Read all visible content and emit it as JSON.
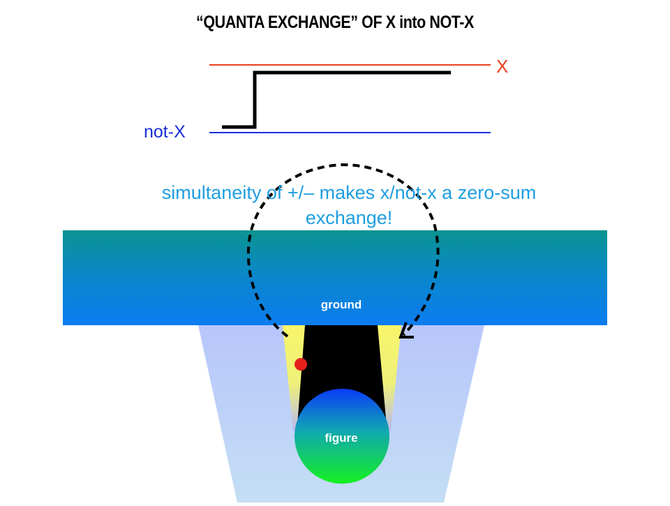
{
  "title": "“QUANTA EXCHANGE” OF X into NOT-X",
  "levels": {
    "x_label": "X",
    "notx_label": "not-X"
  },
  "caption": {
    "line1": "simultaneity of +/– makes x/not-x a zero-sum",
    "line2": "exchange!"
  },
  "ground_label": "ground",
  "figure_label": "figure",
  "colors": {
    "x_line": "#e8401c",
    "notx_line": "#1a2fd6",
    "caption": "#1e9ee0",
    "ground_top": "#0a9090",
    "ground_bottom": "#0b78ee",
    "cone": "#b9cff8",
    "glow": "#f7f36a",
    "dot": "#e5201a"
  }
}
